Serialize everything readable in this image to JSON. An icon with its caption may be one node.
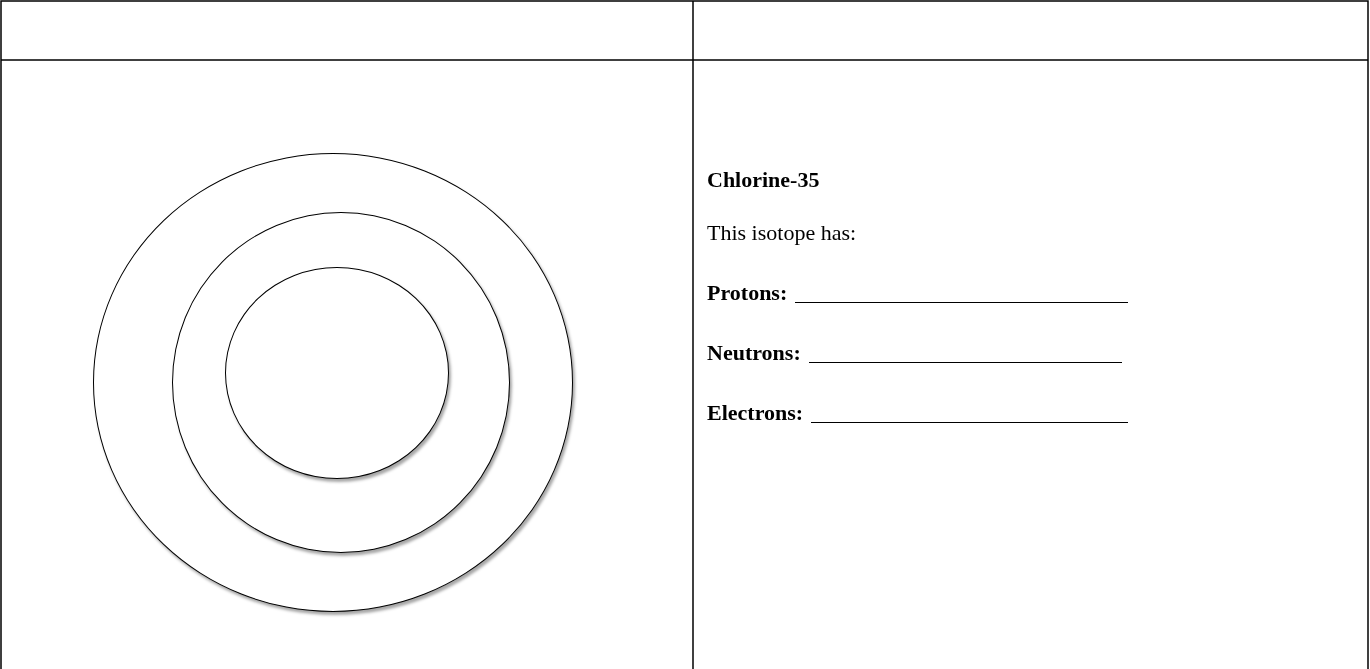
{
  "diagram": {
    "nodes": [
      {
        "text": [],
        "shape": "circle"
      },
      {
        "text": [],
        "shape": "circle",
        "in": 0
      },
      {
        "text": [],
        "shape": "circle",
        "in": 1
      }
    ],
    "labels": [
      "Chlorine-35",
      "This isotope has:",
      "Protons:",
      "Neutrons:",
      "Electrons:"
    ]
  }
}
